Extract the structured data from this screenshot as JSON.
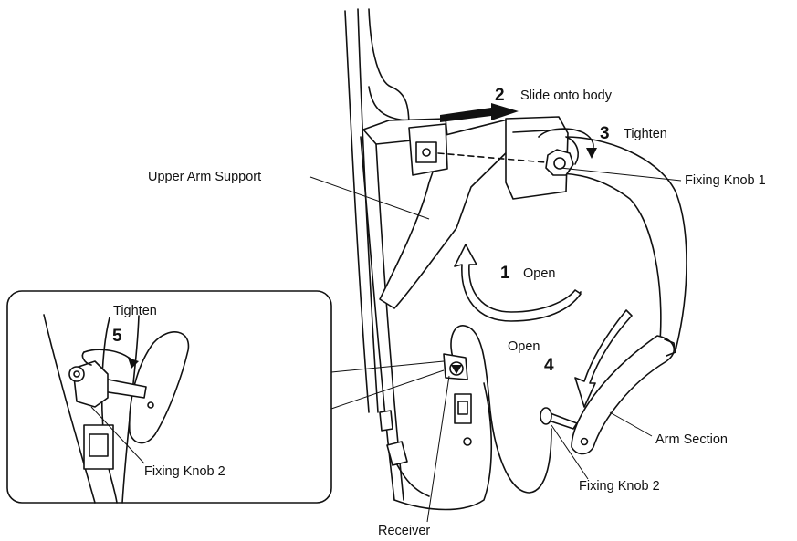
{
  "labels": {
    "step2": "Slide onto body",
    "step3": "Tighten",
    "step1": "Open",
    "step4": "Open",
    "step5": "Tighten",
    "upper_arm_support": "Upper Arm Support",
    "fixing_knob_1": "Fixing Knob 1",
    "arm_section": "Arm Section",
    "fixing_knob_2_main": "Fixing Knob 2",
    "fixing_knob_2_inset": "Fixing Knob 2",
    "receiver": "Receiver"
  },
  "steps": {
    "one": "1",
    "two": "2",
    "three": "3",
    "four": "4",
    "five": "5"
  },
  "colors": {
    "ink": "#111111",
    "paper": "#ffffff"
  }
}
